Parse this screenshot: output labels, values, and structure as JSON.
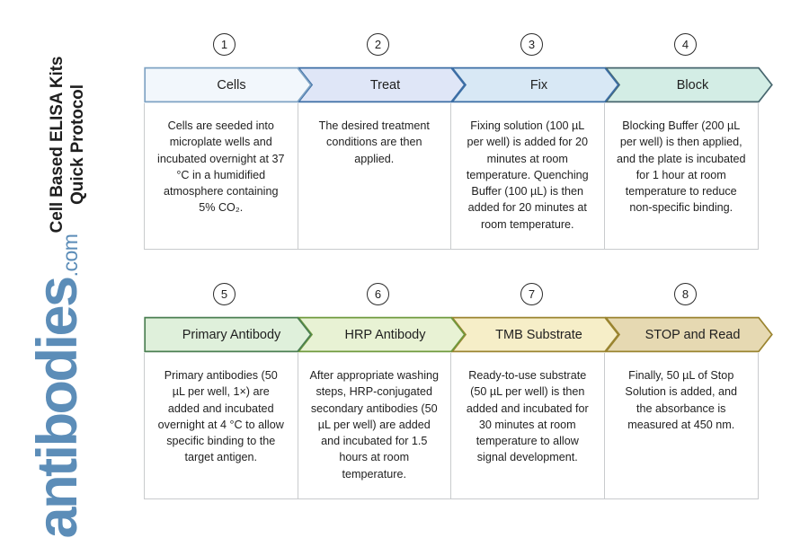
{
  "title": {
    "line1": "Cell Based ELISA Kits",
    "line2": "Quick Protocol"
  },
  "logo": {
    "word": "antibodies",
    "tld": ".com",
    "color": "#5C8DB8"
  },
  "rows": [
    {
      "id": "row-1",
      "steps": [
        {
          "number": "1",
          "label": "Cells",
          "description": "Cells are seeded into microplate wells and incubated overnight at 37 °C in a humidified atmosphere containing 5% CO₂.",
          "fill": "#F2F7FC",
          "stroke": "#7FA3C4"
        },
        {
          "number": "2",
          "label": "Treat",
          "description": "The desired treatment conditions are then applied.",
          "fill": "#DFE6F7",
          "stroke": "#3C6EA5"
        },
        {
          "number": "3",
          "label": "Fix",
          "description": "Fixing solution (100 µL per well) is added for 20 minutes at room temperature. Quenching Buffer (100 µL) is then added for 20 minutes at room temperature.",
          "fill": "#D8E8F5",
          "stroke": "#3C6EA5"
        },
        {
          "number": "4",
          "label": "Block",
          "description": "Blocking Buffer (200 µL per well) is then applied, and the plate is incubated for 1 hour at room temperature to reduce non-specific binding.",
          "fill": "#D3EDE5",
          "stroke": "#47666E"
        }
      ]
    },
    {
      "id": "row-2",
      "steps": [
        {
          "number": "5",
          "label": "Primary Antibody",
          "description": "Primary antibodies (50 µL per well, 1×) are added and incubated overnight at 4 °C to allow specific binding to the target antigen.",
          "fill": "#DFF0DB",
          "stroke": "#4B7F52"
        },
        {
          "number": "6",
          "label": "HRP Antibody",
          "description": "After appropriate washing steps, HRP-conjugated secondary antibodies (50 µL per well) are added and incubated for 1.5 hours at room temperature.",
          "fill": "#E8F2D4",
          "stroke": "#6F9A3E"
        },
        {
          "number": "7",
          "label": "TMB Substrate",
          "description": "Ready-to-use substrate (50 µL per well) is then added and incubated for 30 minutes at room temperature to allow signal development.",
          "fill": "#F6EEC8",
          "stroke": "#9A8430"
        },
        {
          "number": "8",
          "label": "STOP and Read",
          "description": "Finally, 50 µL of Stop Solution is added, and the absorbance is measured at 450 nm.",
          "fill": "#E6D9B2",
          "stroke": "#9A8430"
        }
      ]
    }
  ]
}
